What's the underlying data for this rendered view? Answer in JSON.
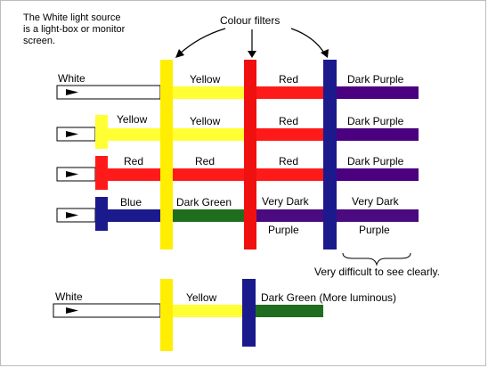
{
  "colors": {
    "yellow": "#ffff33",
    "red": "#ff1a1a",
    "dark_purple": "#4b007f",
    "blue_filter": "#1a1a8c",
    "dark_green": "#1f6e1f",
    "very_dark_purple": "#4a0a80",
    "filter_yellow": "#ffee00",
    "filter_red": "#f01010",
    "filter_blue": "#1a1a8c"
  },
  "annotations": {
    "source_note_line1": "The White light source",
    "source_note_line2": "is a light-box or monitor",
    "source_note_line3": "screen.",
    "colour_filters": "Colour filters",
    "difficult_note": "Very difficult to see clearly."
  },
  "rows": [
    {
      "source_label": "White",
      "seg1": "Yellow",
      "seg2": "Red",
      "seg3": "Dark Purple"
    },
    {
      "source_label": "Yellow",
      "seg1": "Yellow",
      "seg2": "Red",
      "seg3": "Dark Purple"
    },
    {
      "source_label": "Red",
      "seg1": "Red",
      "seg2": "Red",
      "seg3": "Dark Purple"
    },
    {
      "source_label": "Blue",
      "seg1": "Dark Green",
      "seg2_line1": "Very Dark",
      "seg2_line2": "Purple",
      "seg3_line1": "Very Dark",
      "seg3_line2": "Purple"
    }
  ],
  "bottom_row": {
    "source_label": "White",
    "seg1": "Yellow",
    "seg2": "Dark Green (More luminous)"
  }
}
